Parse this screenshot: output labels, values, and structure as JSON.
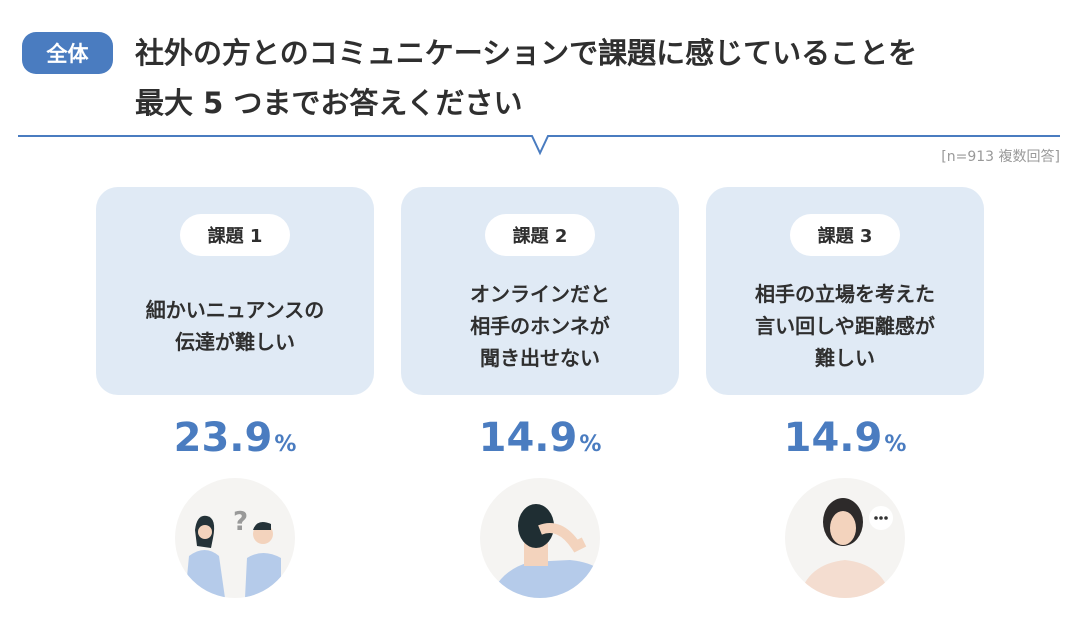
{
  "badge": "全体",
  "title": {
    "line1": "社外の方とのコミュニケーションで課題に感じていることを",
    "line2": "最大 5 つまでお答えください"
  },
  "note": "[n=913 複数回答]",
  "accent": "#4a7cc0",
  "cards": [
    {
      "label": "課題 1",
      "text": "細かいニュアンスの\n伝達が難しい",
      "value": "23.9",
      "unit": "%",
      "illustration": "two-people-confused-icon"
    },
    {
      "label": "課題 2",
      "text": "オンラインだと\n相手のホンネが\n聞き出せない",
      "value": "14.9",
      "unit": "%",
      "illustration": "man-scratching-head-icon"
    },
    {
      "label": "課題 3",
      "text": "相手の立場を考えた\n言い回しや距離感が\n難しい",
      "value": "14.9",
      "unit": "%",
      "illustration": "woman-thinking-icon"
    }
  ]
}
